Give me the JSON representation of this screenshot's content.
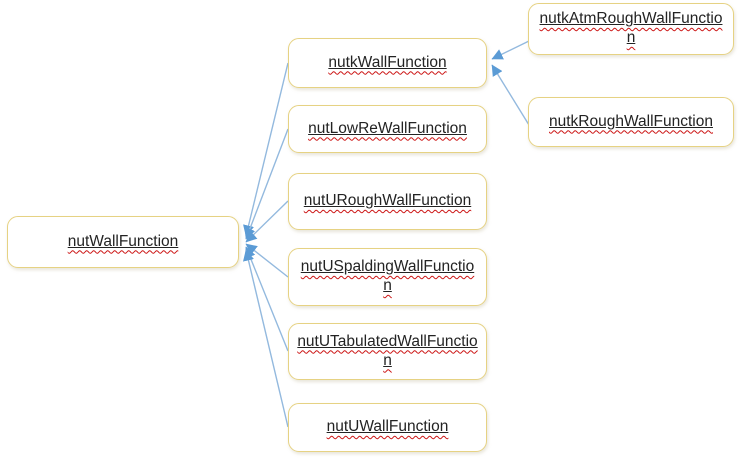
{
  "diagram": {
    "nodes": {
      "root": {
        "label": "nutWallFunction"
      },
      "children": [
        {
          "label": "nutkWallFunction"
        },
        {
          "label": "nutLowReWallFunction"
        },
        {
          "label": "nutURoughWallFunction"
        },
        {
          "label": "nutUSpaldingWallFunction"
        },
        {
          "label": "nutUTabulatedWallFunction"
        },
        {
          "label": "nutUWallFunction"
        }
      ],
      "grandchildren": [
        {
          "label": "nutkAtmRoughWallFunction"
        },
        {
          "label": "nutkRoughWallFunction"
        }
      ]
    },
    "edges": [
      {
        "from": "nutkWallFunction",
        "to": "nutWallFunction"
      },
      {
        "from": "nutLowReWallFunction",
        "to": "nutWallFunction"
      },
      {
        "from": "nutURoughWallFunction",
        "to": "nutWallFunction"
      },
      {
        "from": "nutUSpaldingWallFunction",
        "to": "nutWallFunction"
      },
      {
        "from": "nutUTabulatedWallFunction",
        "to": "nutWallFunction"
      },
      {
        "from": "nutUWallFunction",
        "to": "nutWallFunction"
      },
      {
        "from": "nutkAtmRoughWallFunction",
        "to": "nutkWallFunction"
      },
      {
        "from": "nutkRoughWallFunction",
        "to": "nutkWallFunction"
      }
    ],
    "colors": {
      "box_border": "#e6d283",
      "box_fill": "#ffffff",
      "connector_line": "#93b9de",
      "arrowhead": "#5b9bd5",
      "text": "#232323",
      "underline": "#232323",
      "spellcheck_squiggle": "#cc1414"
    }
  }
}
